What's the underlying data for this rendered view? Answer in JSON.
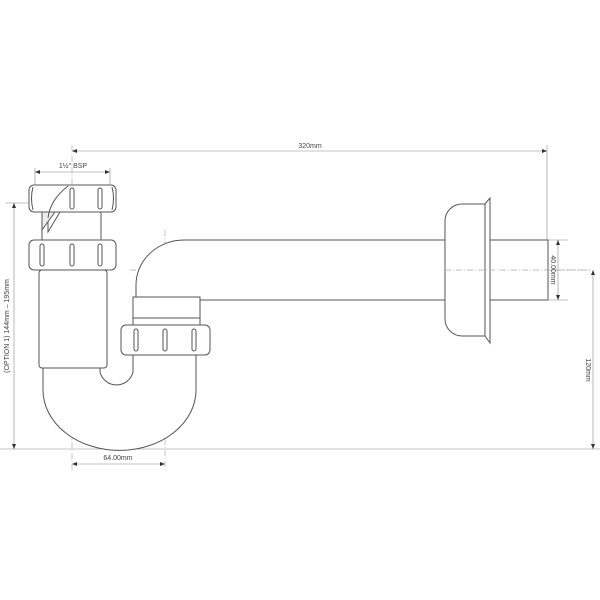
{
  "drawing": {
    "dimensions": {
      "overall_length": "320mm",
      "thread_size": "1½\" BSP",
      "height_option": "(OPTION 1)  144mm – 195mm",
      "leg_spacing": "64.00mm",
      "outlet_diameter": "40.00mm",
      "outlet_height": "120mm"
    }
  }
}
